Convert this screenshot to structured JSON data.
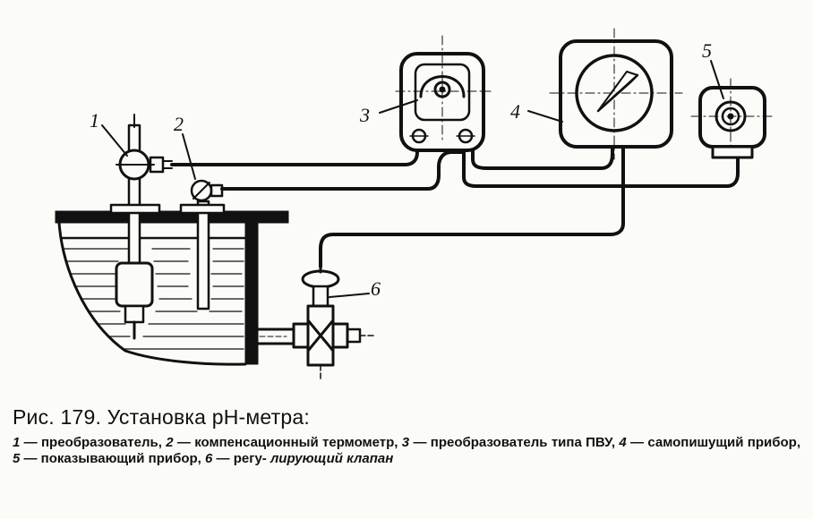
{
  "labels": {
    "part_1": "1",
    "part_2": "2",
    "part_3": "3",
    "part_4": "4",
    "part_5": "5",
    "part_6": "6"
  },
  "caption": {
    "title": "Рис. 179. Установка рН-метра:",
    "legend": [
      {
        "num": "1",
        "text": " — преобразователь, "
      },
      {
        "num": "2",
        "text": " — компенсационный термометр, "
      },
      {
        "num": "3",
        "text": " — преобразователь типа ПВУ, "
      },
      {
        "num": "4",
        "text": " — самопишущий прибор, "
      },
      {
        "num": "5",
        "text": " — показывающий прибор, "
      },
      {
        "num": "6",
        "text": " — регу-"
      }
    ],
    "legend_tail": "лирующий клапан"
  },
  "colors": {
    "ink": "#111111",
    "paper": "#fbfbf8"
  }
}
